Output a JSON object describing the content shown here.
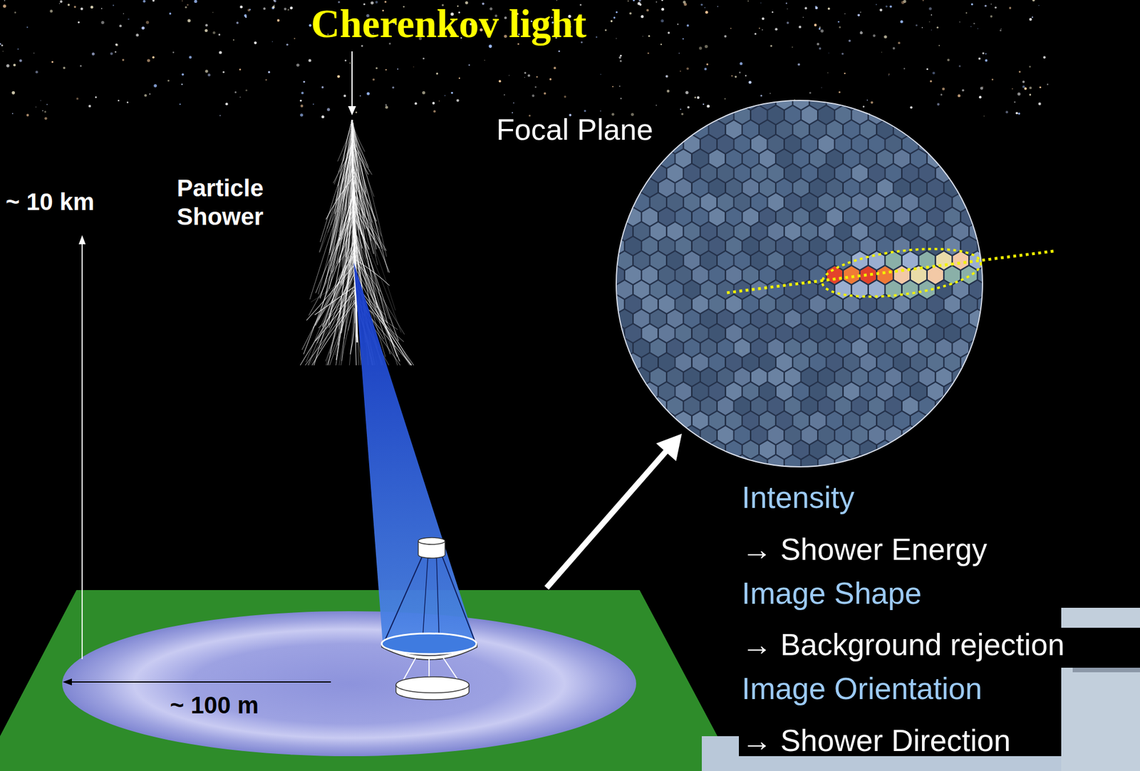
{
  "diagram": {
    "title": "Cherenkov light",
    "labels": [
      "~ 10 km",
      "Particle Shower",
      "Focal Plane",
      "~ 100 m",
      "Intensity",
      "→ Shower Energy",
      "Image Shape",
      "→ Background rejection",
      "Image Orientation",
      "→ Shower Direction"
    ]
  }
}
